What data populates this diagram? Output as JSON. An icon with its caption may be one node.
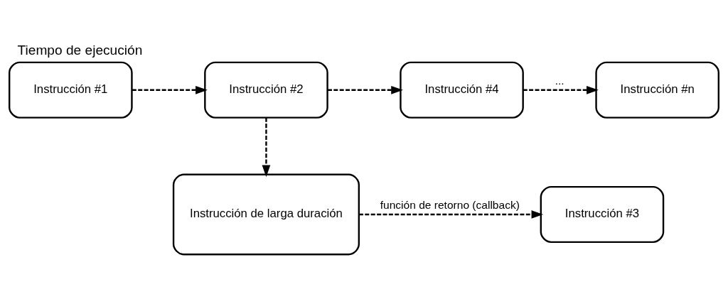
{
  "diagram": {
    "title": "Tiempo de ejecución",
    "nodes": [
      {
        "text": [
          "Instrucción #1"
        ]
      },
      {
        "text": [
          "Instrucción #2"
        ]
      },
      {
        "text": [
          "Instrucción #4"
        ]
      },
      {
        "text": [
          "Instrucción #n"
        ]
      },
      {
        "text": [
          "Instrucción de larga duración"
        ]
      },
      {
        "text": [
          "Instrucción #3"
        ]
      }
    ],
    "edges": [
      {
        "from": 0,
        "to": 1,
        "arrow": "to",
        "style": "dashed"
      },
      {
        "from": 1,
        "to": 2,
        "arrow": "to",
        "style": "dashed"
      },
      {
        "from": 2,
        "to": 3,
        "arrow": "to",
        "style": "dashed",
        "label": "..."
      },
      {
        "from": 1,
        "to": 4,
        "arrow": "to",
        "style": "dashed"
      },
      {
        "from": 4,
        "to": 5,
        "arrow": "to",
        "style": "dashed",
        "label": "función de retorno (callback)"
      }
    ]
  }
}
